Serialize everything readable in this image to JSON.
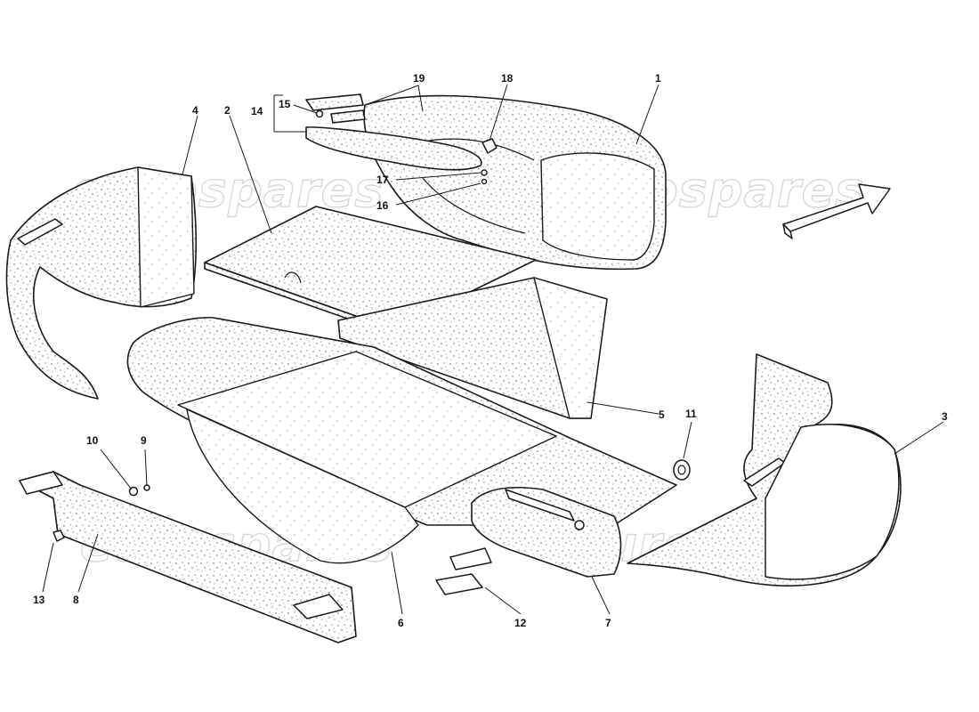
{
  "watermark": {
    "text": "eurospares"
  },
  "callouts": {
    "c1": "1",
    "c2": "2",
    "c3": "3",
    "c4": "4",
    "c5": "5",
    "c6": "6",
    "c7": "7",
    "c8": "8",
    "c9": "9",
    "c10": "10",
    "c11": "11",
    "c12": "12",
    "c13": "13",
    "c14": "14",
    "c15": "15",
    "c16": "16",
    "c17": "17",
    "c18": "18",
    "c19": "19"
  },
  "colors": {
    "line": "#1a1a1a",
    "speckle_dot": "#555555",
    "watermark": "#d8d8d8"
  },
  "icons": {
    "direction_arrow": "front-direction-arrow-icon"
  }
}
